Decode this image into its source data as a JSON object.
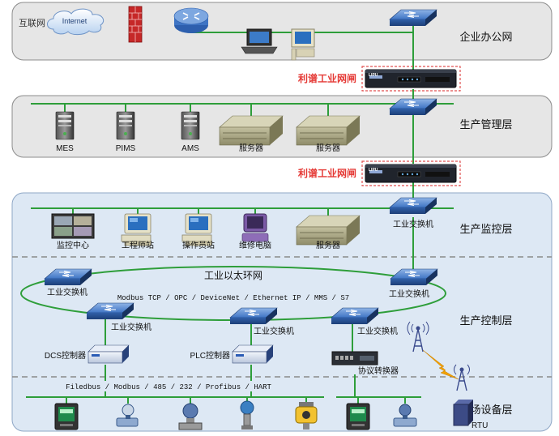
{
  "layers": {
    "office": "企业办公网",
    "management": "生产管理层",
    "monitoring": "生产监控层",
    "control": "生产控制层",
    "field": "现场设备层"
  },
  "office": {
    "internet_zone": "互联网",
    "cloud_label": "Internet"
  },
  "gateways": {
    "label_top": "利谱工业网闸",
    "label_bottom": "利谱工业网闸",
    "device_brand": "LIPU"
  },
  "management": {
    "devices": [
      "MES",
      "PIMS",
      "AMS",
      "服务器",
      "服务器"
    ]
  },
  "monitoring": {
    "devices": [
      "监控中心",
      "工程师站",
      "操作员站",
      "维修电脑",
      "服务器"
    ],
    "switch": "工业交换机"
  },
  "control": {
    "ring_title": "工业以太环网",
    "ring_protocols": "Modbus TCP / OPC / DeviceNet / Ethernet IP / MMS / S7",
    "ring_switch_left": "工业交换机",
    "ring_switch_right": "工业交换机",
    "switch_1": "工业交换机",
    "switch_2": "工业交换机",
    "switch_3": "工业交换机",
    "dcs": "DCS控制器",
    "plc": "PLC控制器",
    "converter": "协议转换器"
  },
  "field": {
    "bus_protocols": "Filedbus / Modbus / 485 / 232 / Profibus / HART",
    "rtu": "RTU"
  },
  "colors": {
    "line_green": "#2e9e3a",
    "gateway_red": "#e53935",
    "dashed_red": "#e05050",
    "zone_gray": "#e6e6e6",
    "zone_blue": "#dde8f4",
    "lightning": "#f2a100"
  }
}
